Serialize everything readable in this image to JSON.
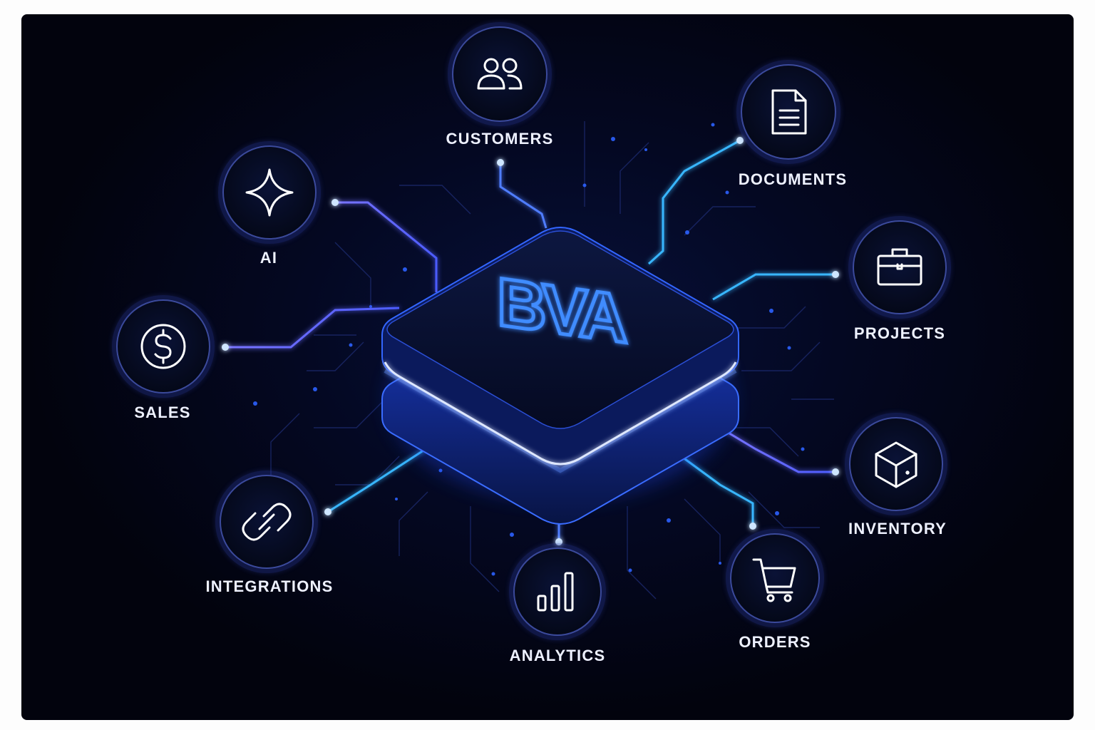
{
  "center": {
    "logo_text": "BVA"
  },
  "nodes": [
    {
      "id": "customers",
      "label": "CUSTOMERS",
      "icon": "users-icon"
    },
    {
      "id": "documents",
      "label": "DOCUMENTS",
      "icon": "document-icon"
    },
    {
      "id": "projects",
      "label": "PROJECTS",
      "icon": "briefcase-icon"
    },
    {
      "id": "inventory",
      "label": "INVENTORY",
      "icon": "box-icon"
    },
    {
      "id": "orders",
      "label": "ORDERS",
      "icon": "cart-icon"
    },
    {
      "id": "analytics",
      "label": "ANALYTICS",
      "icon": "bar-chart-icon"
    },
    {
      "id": "integrations",
      "label": "INTEGRATIONS",
      "icon": "link-icon"
    },
    {
      "id": "sales",
      "label": "SALES",
      "icon": "dollar-icon"
    },
    {
      "id": "ai",
      "label": "AI",
      "icon": "sparkle-icon"
    }
  ],
  "colors": {
    "background": "#02030d",
    "accent": "#2f6bff",
    "glow": "#4d8dff",
    "line_cyan": "#38b6ff",
    "line_violet": "#6d6bff",
    "circle_stroke": "#3b4a9c"
  }
}
